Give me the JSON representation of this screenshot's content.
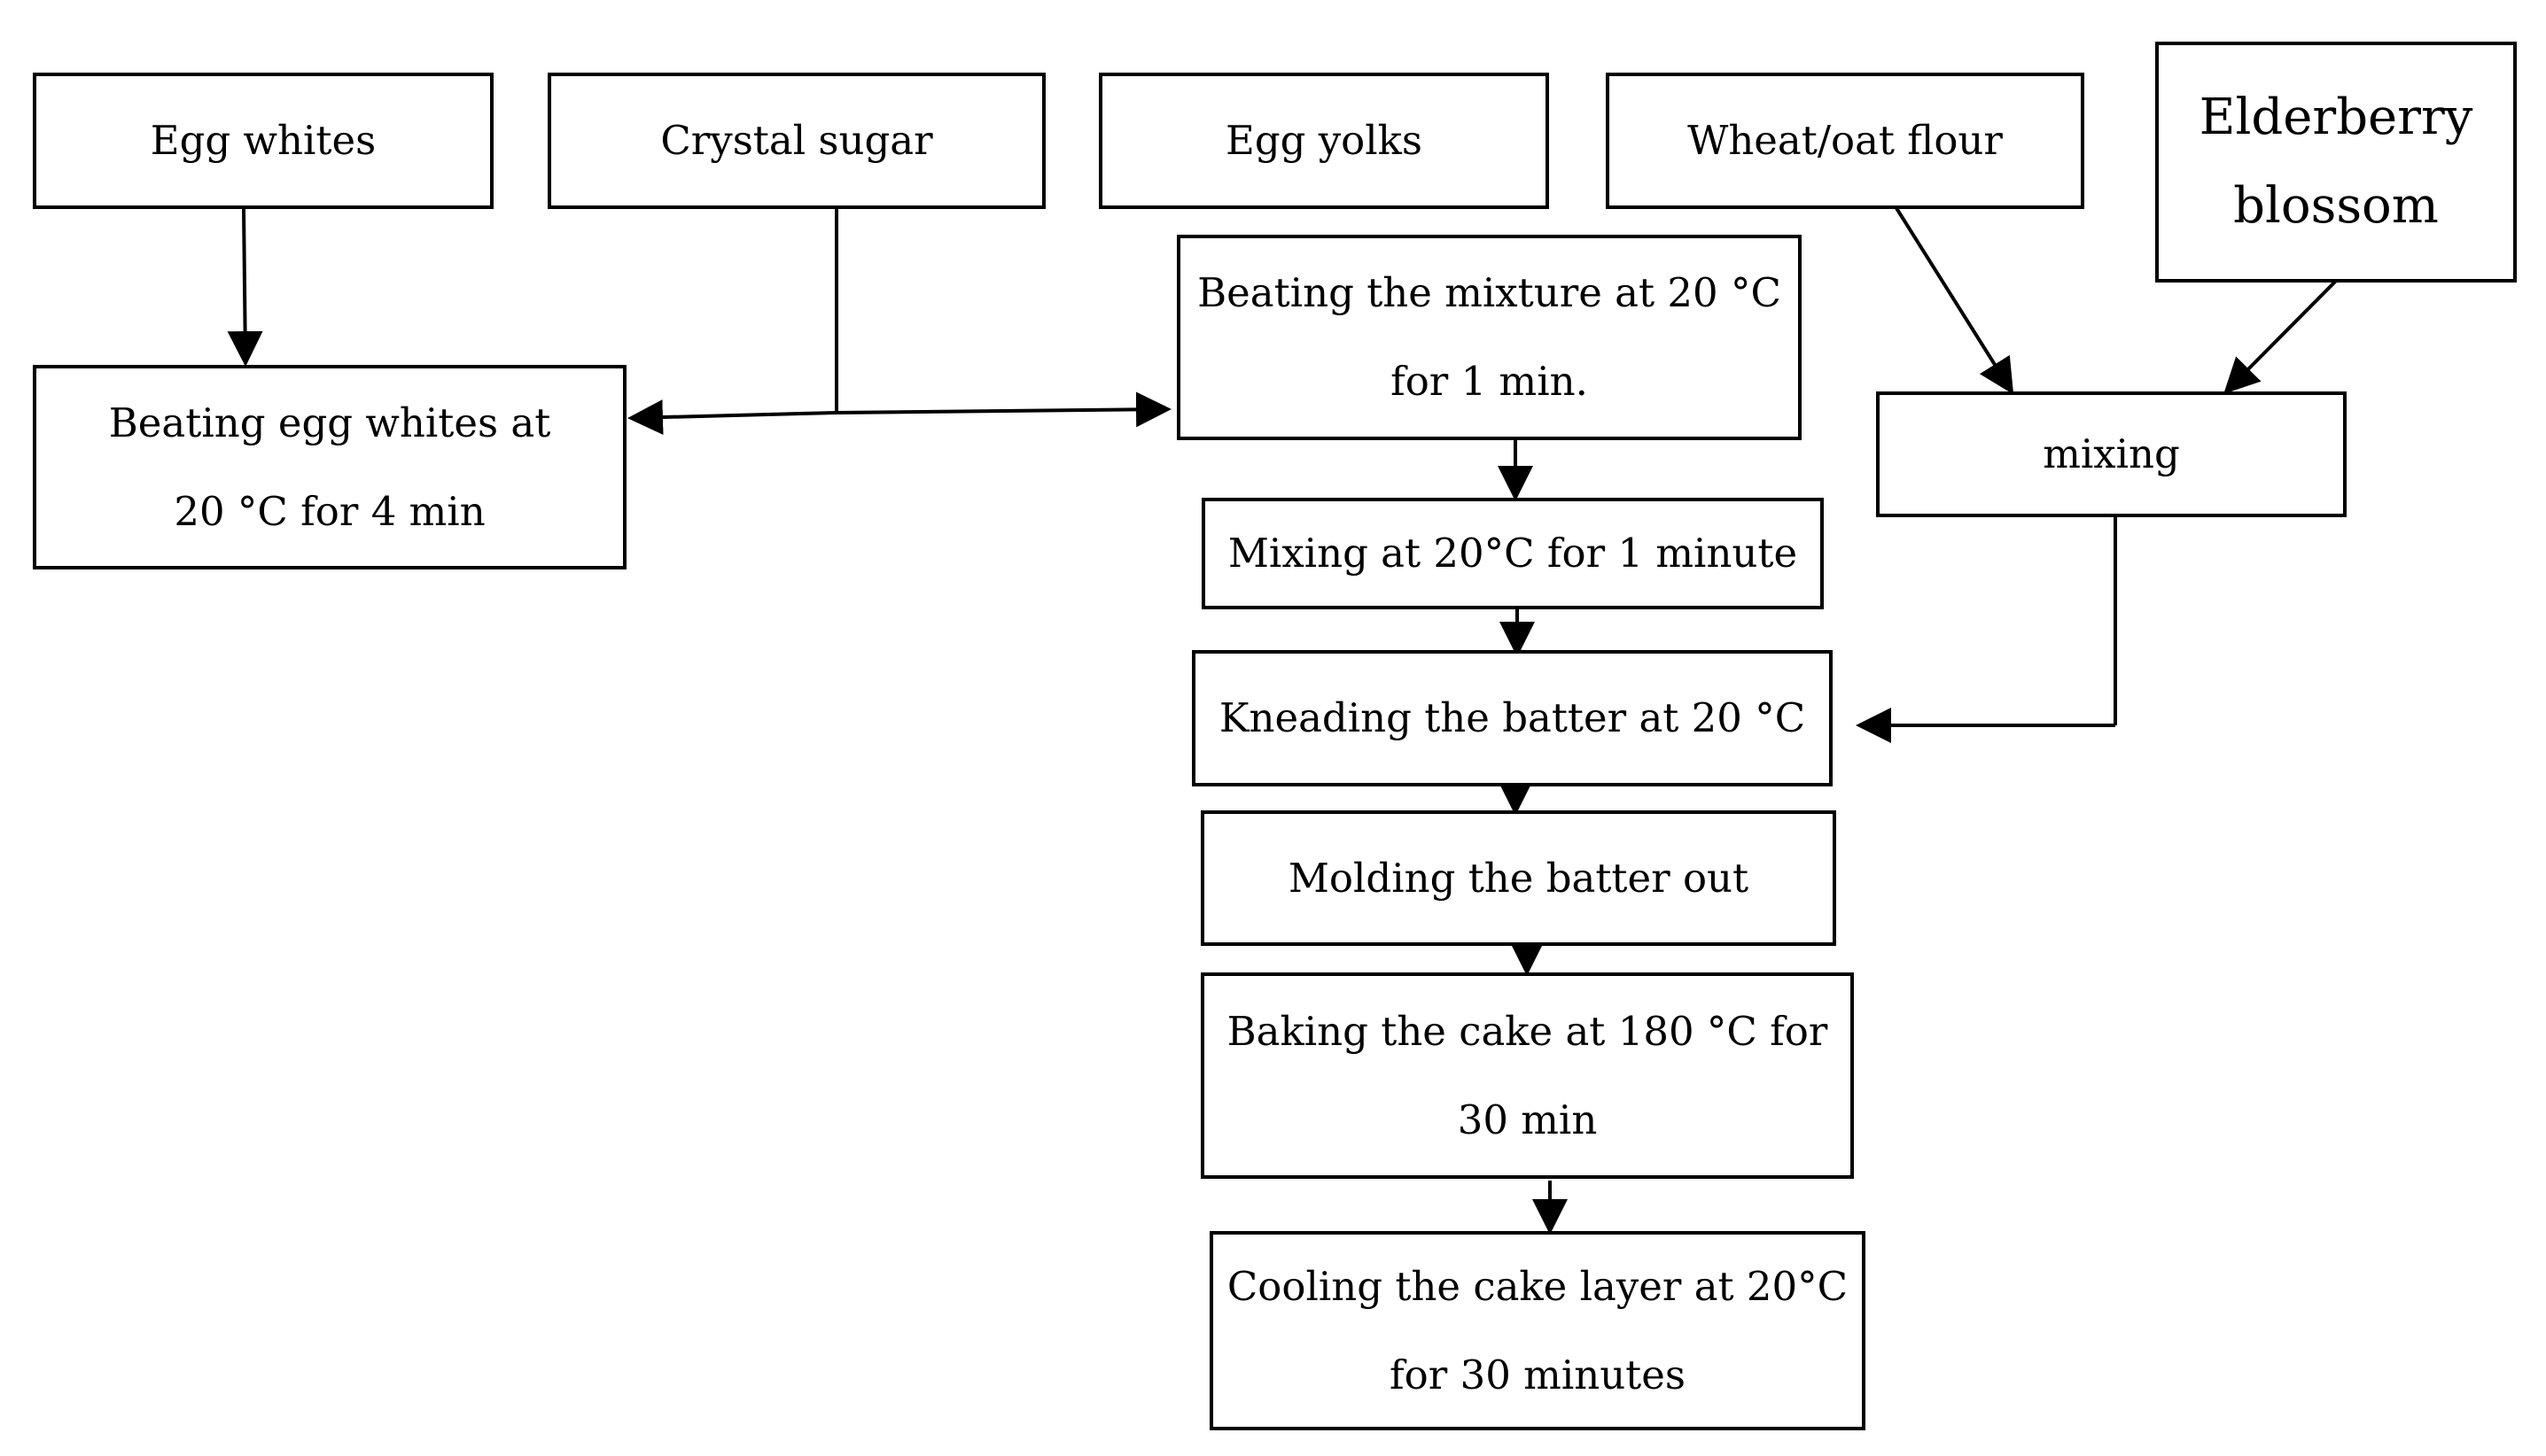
{
  "diagram": {
    "inputs": {
      "egg_whites": [
        "Egg whites"
      ],
      "crystal_sugar": [
        "Crystal sugar"
      ],
      "egg_yolks": [
        "Egg yolks"
      ],
      "wheat_oat_flour": [
        "Wheat/oat flour"
      ],
      "elderberry_blossom": [
        "Elderberry",
        "blossom"
      ]
    },
    "steps": {
      "beating_egg_whites": [
        "Beating egg whites at",
        "20 °C for 4 min"
      ],
      "beating_mixture": [
        "Beating the mixture at 20 °C",
        "for 1 min."
      ],
      "mixing_flour": [
        "mixing"
      ],
      "mixing_20c": [
        "Mixing at 20°C for 1 minute"
      ],
      "kneading": [
        "Kneading the batter at 20 °C"
      ],
      "molding": [
        "Molding the batter out"
      ],
      "baking": [
        "Baking the cake at 180 °C for",
        "30 min"
      ],
      "cooling": [
        "Cooling the cake layer at 20°C",
        "for 30 minutes"
      ]
    }
  }
}
